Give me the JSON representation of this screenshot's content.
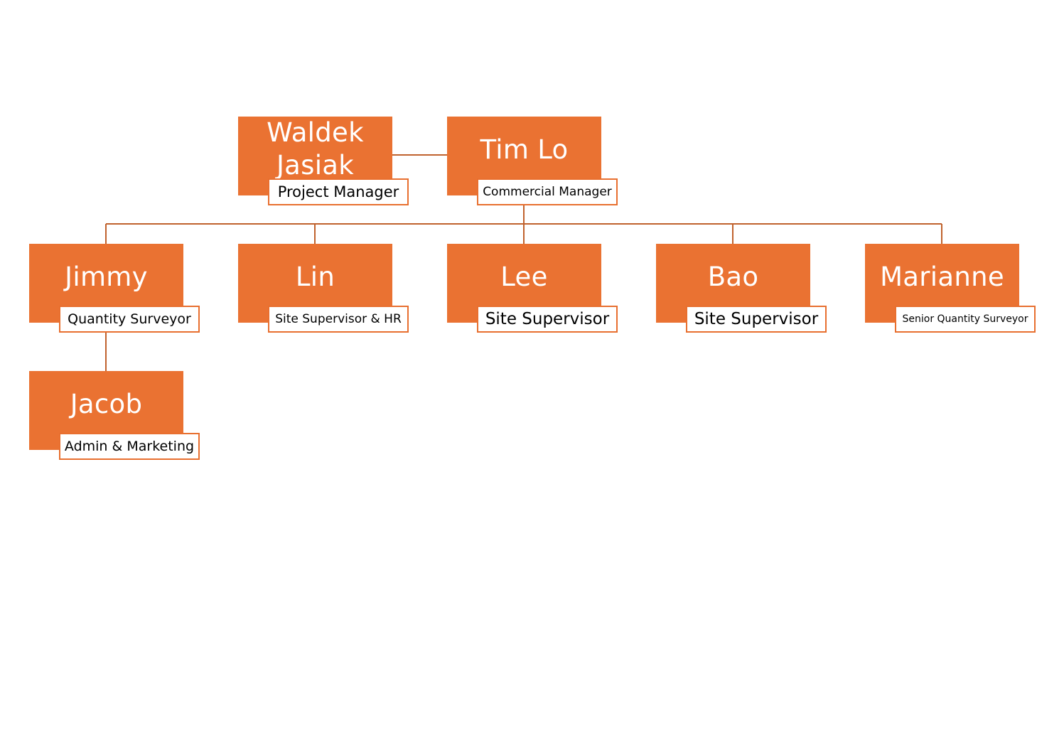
{
  "colors": {
    "node_fill": "#ea7232",
    "role_border": "#e86f2f",
    "connector": "#c0622d",
    "name_text": "#ffffff",
    "role_text": "#000000"
  },
  "nodes": [
    {
      "id": "waldek",
      "name": "Waldek Jasiak",
      "role": "Project Manager"
    },
    {
      "id": "tim",
      "name": "Tim Lo",
      "role": "Commercial Manager"
    },
    {
      "id": "jimmy",
      "name": "Jimmy",
      "role": "Quantity Surveyor"
    },
    {
      "id": "lin",
      "name": "Lin",
      "role": "Site Supervisor & HR"
    },
    {
      "id": "lee",
      "name": "Lee",
      "role": "Site Supervisor"
    },
    {
      "id": "bao",
      "name": "Bao",
      "role": "Site Supervisor"
    },
    {
      "id": "marianne",
      "name": "Marianne",
      "role": "Senior Quantity Surveyor"
    },
    {
      "id": "jacob",
      "name": "Jacob",
      "role": "Admin & Marketing"
    }
  ]
}
